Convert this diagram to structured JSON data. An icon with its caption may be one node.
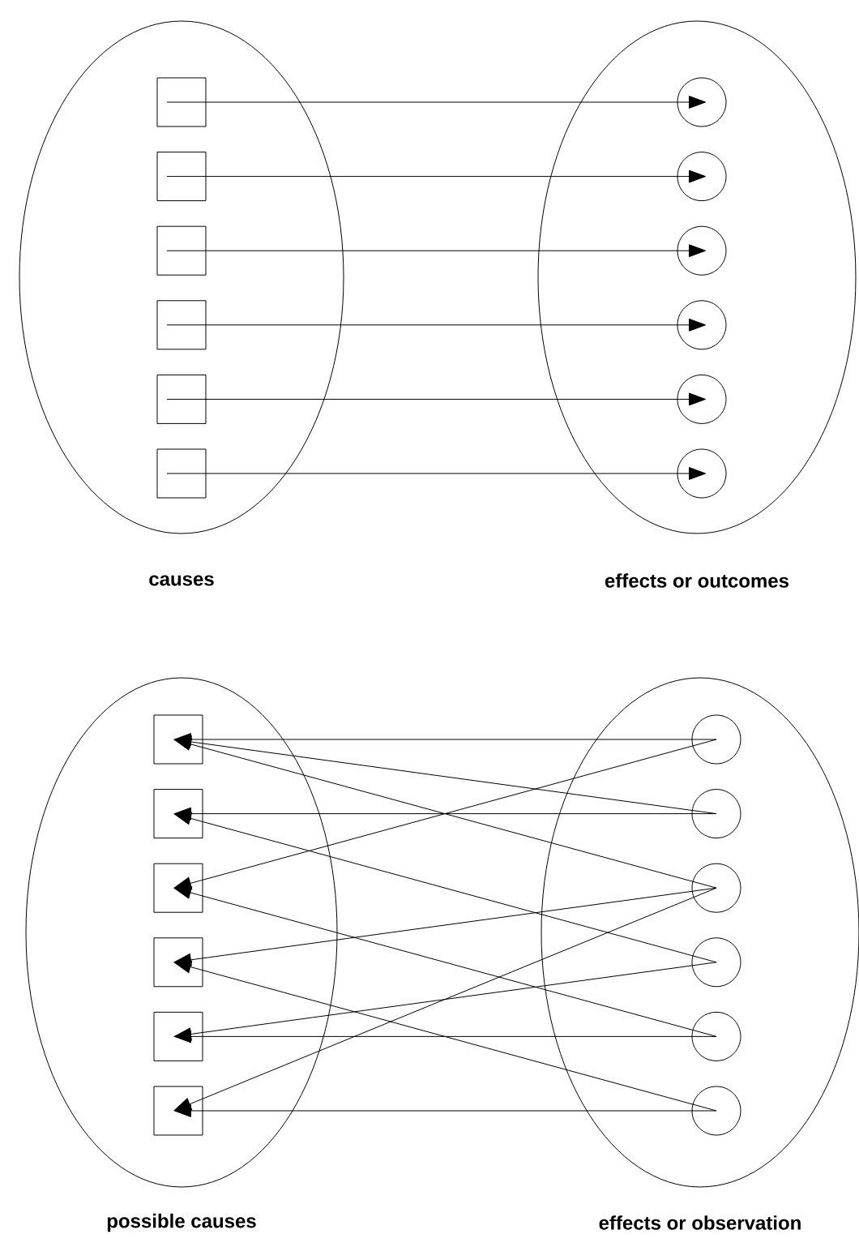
{
  "diagram": {
    "nodes": [
      {
        "text": [
          "causes"
        ]
      },
      {
        "text": [],
        "shape": "box",
        "in": 0
      },
      {
        "text": [],
        "shape": "box",
        "in": 0
      },
      {
        "text": [],
        "shape": "box",
        "in": 0
      },
      {
        "text": [],
        "shape": "box",
        "in": 0
      },
      {
        "text": [],
        "shape": "box",
        "in": 0
      },
      {
        "text": [],
        "shape": "box",
        "in": 0
      },
      {
        "text": [
          "effects or outcomes"
        ]
      },
      {
        "text": [],
        "shape": "circle",
        "in": 7
      },
      {
        "text": [],
        "shape": "circle",
        "in": 7
      },
      {
        "text": [],
        "shape": "circle",
        "in": 7
      },
      {
        "text": [],
        "shape": "circle",
        "in": 7
      },
      {
        "text": [],
        "shape": "circle",
        "in": 7
      },
      {
        "text": [],
        "shape": "circle",
        "in": 7
      },
      {
        "text": [
          "possible causes"
        ]
      },
      {
        "text": [],
        "shape": "box",
        "in": 14
      },
      {
        "text": [],
        "shape": "box",
        "in": 14
      },
      {
        "text": [],
        "shape": "box",
        "in": 14
      },
      {
        "text": [],
        "shape": "box",
        "in": 14
      },
      {
        "text": [],
        "shape": "box",
        "in": 14
      },
      {
        "text": [],
        "shape": "box",
        "in": 14
      },
      {
        "text": [
          "effects or observation"
        ]
      },
      {
        "text": [],
        "shape": "circle",
        "in": 21
      },
      {
        "text": [],
        "shape": "circle",
        "in": 21
      },
      {
        "text": [],
        "shape": "circle",
        "in": 21
      },
      {
        "text": [],
        "shape": "circle",
        "in": 21
      },
      {
        "text": [],
        "shape": "circle",
        "in": 21
      },
      {
        "text": [],
        "shape": "circle",
        "in": 21
      }
    ],
    "edges": [
      {
        "from": 1,
        "to": 8,
        "arrow": "to"
      },
      {
        "from": 2,
        "to": 9,
        "arrow": "to"
      },
      {
        "from": 3,
        "to": 10,
        "arrow": "to"
      },
      {
        "from": 4,
        "to": 11,
        "arrow": "to"
      },
      {
        "from": 5,
        "to": 12,
        "arrow": "to"
      },
      {
        "from": 6,
        "to": 13,
        "arrow": "to"
      },
      {
        "from": 22,
        "to": 15,
        "arrow": "to"
      },
      {
        "from": 23,
        "to": 15,
        "arrow": "to"
      },
      {
        "from": 24,
        "to": 15,
        "arrow": "to"
      },
      {
        "from": 23,
        "to": 16,
        "arrow": "to"
      },
      {
        "from": 25,
        "to": 16,
        "arrow": "to"
      },
      {
        "from": 22,
        "to": 17,
        "arrow": "to"
      },
      {
        "from": 26,
        "to": 17,
        "arrow": "to"
      },
      {
        "from": 24,
        "to": 18,
        "arrow": "to"
      },
      {
        "from": 27,
        "to": 18,
        "arrow": "to"
      },
      {
        "from": 25,
        "to": 19,
        "arrow": "to"
      },
      {
        "from": 26,
        "to": 19,
        "arrow": "to"
      },
      {
        "from": 24,
        "to": 20,
        "arrow": "to"
      },
      {
        "from": 27,
        "to": 20,
        "arrow": "to"
      }
    ]
  }
}
